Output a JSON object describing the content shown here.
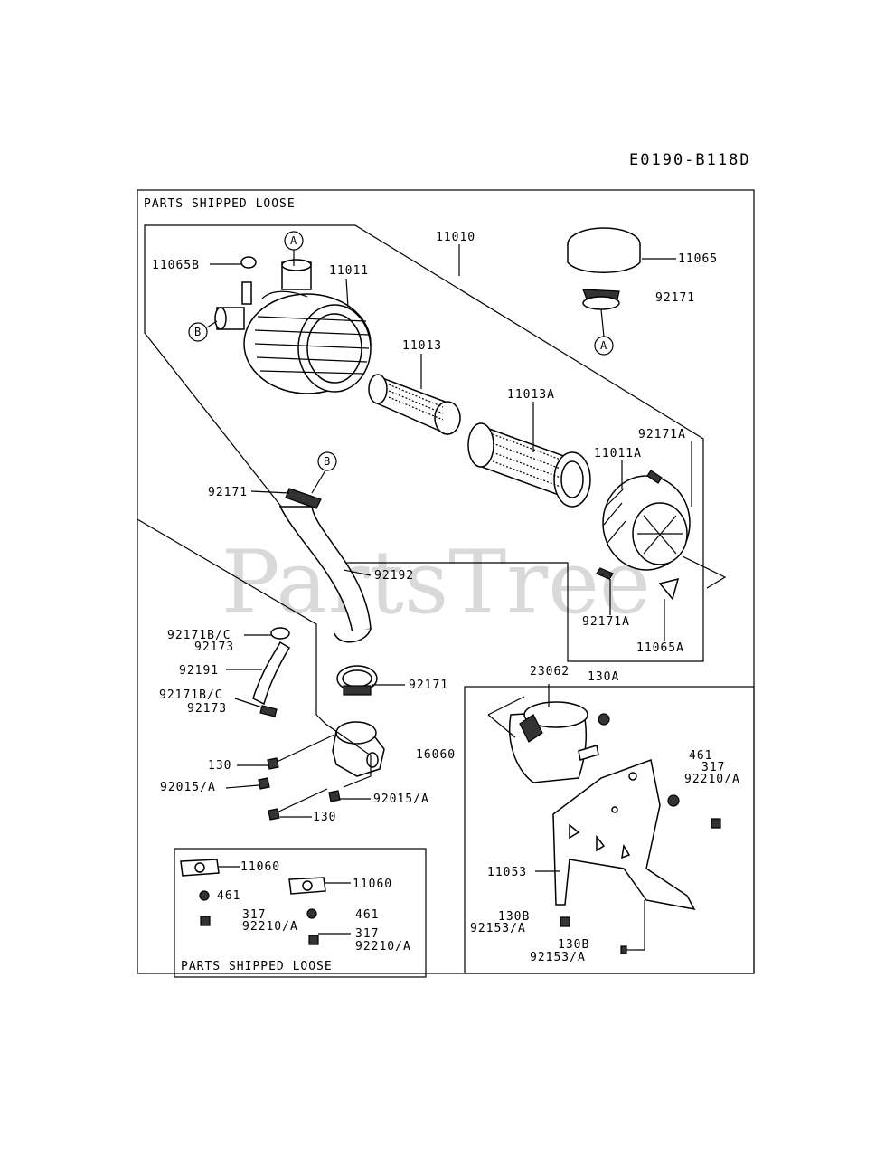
{
  "diagram_code": "E0190-B118D",
  "watermark": "PartsTree",
  "box_labels": {
    "main_box": "PARTS SHIPPED LOOSE",
    "small_box": "PARTS SHIPPED LOOSE"
  },
  "callouts": {
    "c1": "A",
    "c2": "B",
    "c3": "A",
    "c4": "B"
  },
  "part_labels": {
    "p11010": "11010",
    "p11065": "11065",
    "p11065B": "11065B",
    "p11011": "11011",
    "p92171_top": "92171",
    "p11013": "11013",
    "p11013A": "11013A",
    "p92171A_top": "92171A",
    "p11011A": "11011A",
    "p92171_hose": "92171",
    "p92192": "92192",
    "p92171A_bot": "92171A",
    "p11065A": "11065A",
    "p92171BC_1": "92171B/C",
    "p92173_1": "92173",
    "p92191": "92191",
    "p92171_clamp": "92171",
    "p92171BC_2": "92171B/C",
    "p92173_2": "92173",
    "p23062": "23062",
    "p130A": "130A",
    "p16060": "16060",
    "p130_1": "130",
    "p461_right": "461",
    "p317_right": "317",
    "p92210A_right": "92210/A",
    "p92015A_1": "92015/A",
    "p92015A_2": "92015/A",
    "p130_2": "130",
    "p11053": "11053",
    "p130B_1": "130B",
    "p92153A_1": "92153/A",
    "p130B_2": "130B",
    "p92153A_2": "92153/A",
    "p11060_1": "11060",
    "p461_1": "461",
    "p11060_2": "11060",
    "p317_1": "317",
    "p461_2": "461",
    "p92210A_1": "92210/A",
    "p317_2": "317",
    "p92210A_2": "92210/A"
  }
}
